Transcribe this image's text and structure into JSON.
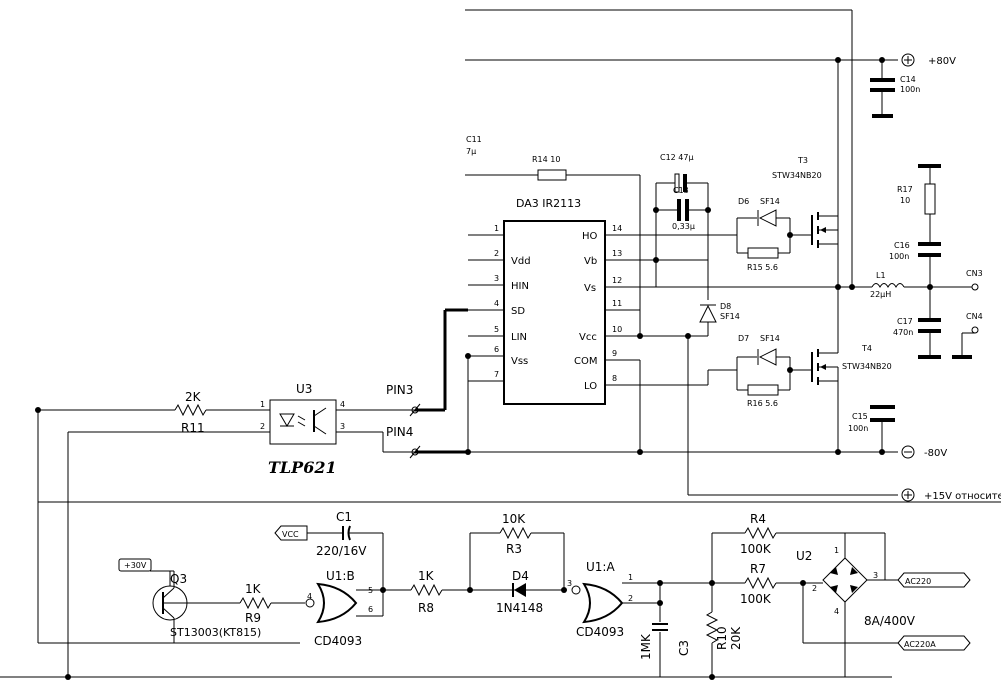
{
  "labels": {
    "da3": "DA3  IR2113",
    "pin1": "1",
    "pin2": "2",
    "pin3": "3",
    "pin4": "4",
    "pin5": "5",
    "pin6": "6",
    "pin7": "7",
    "pin14": "14",
    "pin13": "13",
    "pin12": "12",
    "pin11": "11",
    "pin10": "10",
    "pin9": "9",
    "pin8": "8",
    "vdd": "Vdd",
    "hin": "HIN",
    "sd": "SD",
    "lin": "LIN",
    "vss": "Vss",
    "ho": "HO",
    "vb": "Vb",
    "vs": "Vs",
    "vcc": "Vcc",
    "com": "COM",
    "lo": "LO",
    "c11": "C11",
    "c11v": "7µ",
    "r14": "R14  10",
    "c12": "C12  47µ",
    "c13": "C13",
    "c13v": "0,33µ",
    "t3": "T3",
    "t3p": "STW34NB20",
    "d6": "D6",
    "d6p": "SF14",
    "r15": "R15   5.6",
    "d8": "D8",
    "d8p": "SF14",
    "d7": "D7",
    "d7p": "SF14",
    "r16": "R16   5.6",
    "t4": "T4",
    "t4p": "STW34NB20",
    "c14": "C14",
    "c14v": "100n",
    "v80p": "+80V",
    "r17": "R17",
    "r17v": "10",
    "c16": "C16",
    "c16v": "100n",
    "l1": "L1",
    "l1v": "22µH",
    "cn3": "CN3",
    "c17": "C17",
    "c17v": "470n",
    "cn4": "CN4",
    "c15": "C15",
    "c15v": "100n",
    "v80n": "-80V",
    "v15": "+15V относите",
    "r11v": "2K",
    "r11": "R11",
    "u3": "U3",
    "u3p1": "1",
    "u3p2": "2",
    "u3p3": "3",
    "u3p4": "4",
    "tlp": "TLP621",
    "pin3lbl": "PIN3",
    "pin4lbl": "PIN4",
    "c1": "C1",
    "c1v": "220/16V",
    "vccbox": "VCC",
    "v30": "+30V",
    "q3": "Q3",
    "q3p": "ST13003(KT815)",
    "r9v": "1K",
    "r9": "R9",
    "u1b": "U1:B",
    "u1b4": "4",
    "u1b5": "5",
    "u1b6": "6",
    "u1bp": "CD4093",
    "r8v": "1K",
    "r8": "R8",
    "r3v": "10K",
    "r3": "R3",
    "d4": "D4",
    "d4p": "1N4148",
    "u1a": "U1:A",
    "u1a1": "1",
    "u1a2": "2",
    "u1a3": "3",
    "u1ap": "CD4093",
    "c3": "C3",
    "c3v": "1MK",
    "r10": "R10",
    "r10v": "20K",
    "r4": "R4",
    "r4v": "100K",
    "r7": "R7",
    "r7v": "100K",
    "u2": "U2",
    "u2p1": "1",
    "u2p2": "2",
    "u2p3": "3",
    "u2p4": "4",
    "u2v": "8A/400V",
    "ac220": "AC220",
    "ac220a": "AC220A"
  }
}
